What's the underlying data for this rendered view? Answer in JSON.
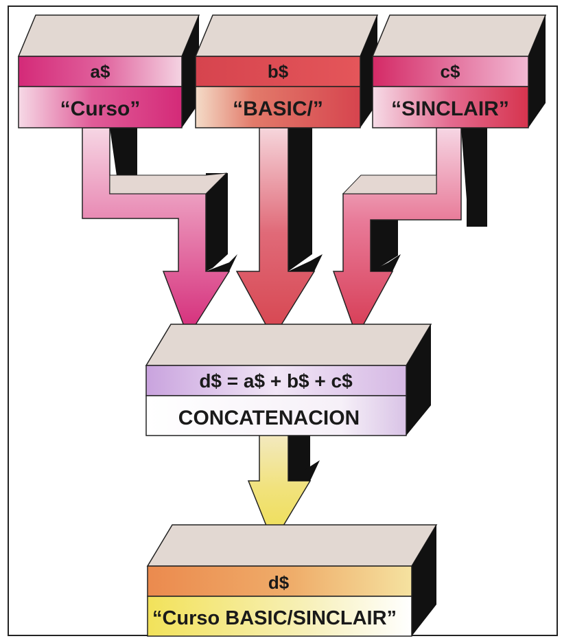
{
  "boxes": {
    "a": {
      "name_label": "a$",
      "value_label": "“Curso”"
    },
    "b": {
      "name_label": "b$",
      "value_label": "“BASIC/”"
    },
    "c": {
      "name_label": "c$",
      "value_label": "“SINCLAIR”"
    }
  },
  "operation": {
    "formula_label": "d$ = a$ + b$ + c$",
    "operation_label": "CONCATENACION"
  },
  "result": {
    "name_label": "d$",
    "value_label": "“Curso BASIC/SINCLAIR”"
  },
  "colors": {
    "magenta": "#d42a78",
    "red": "#d6444e",
    "pink_light": "#f2c9dc",
    "lavender": "#d9c3e6",
    "orange": "#ec9a5a",
    "yellow": "#f2e56a",
    "box_top": "#e2d8d2",
    "shadow": "#111111"
  }
}
